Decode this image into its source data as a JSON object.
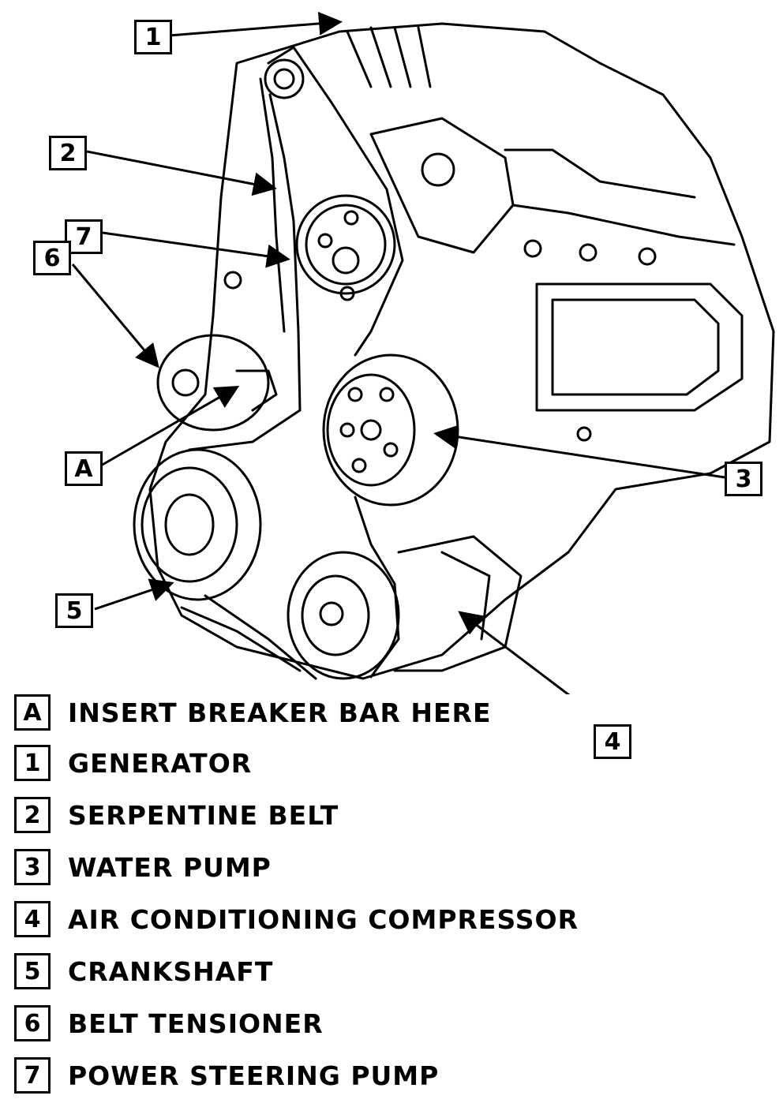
{
  "callouts": [
    {
      "id": "1"
    },
    {
      "id": "2"
    },
    {
      "id": "7"
    },
    {
      "id": "6"
    },
    {
      "id": "A"
    },
    {
      "id": "3"
    },
    {
      "id": "5"
    },
    {
      "id": "4"
    }
  ],
  "legend": [
    {
      "key": "A",
      "label": "INSERT BREAKER BAR HERE"
    },
    {
      "key": "1",
      "label": "GENERATOR"
    },
    {
      "key": "2",
      "label": "SERPENTINE BELT"
    },
    {
      "key": "3",
      "label": "WATER PUMP"
    },
    {
      "key": "4",
      "label": "AIR CONDITIONING COMPRESSOR"
    },
    {
      "key": "5",
      "label": "CRANKSHAFT"
    },
    {
      "key": "6",
      "label": "BELT TENSIONER"
    },
    {
      "key": "7",
      "label": "POWER STEERING PUMP"
    }
  ]
}
